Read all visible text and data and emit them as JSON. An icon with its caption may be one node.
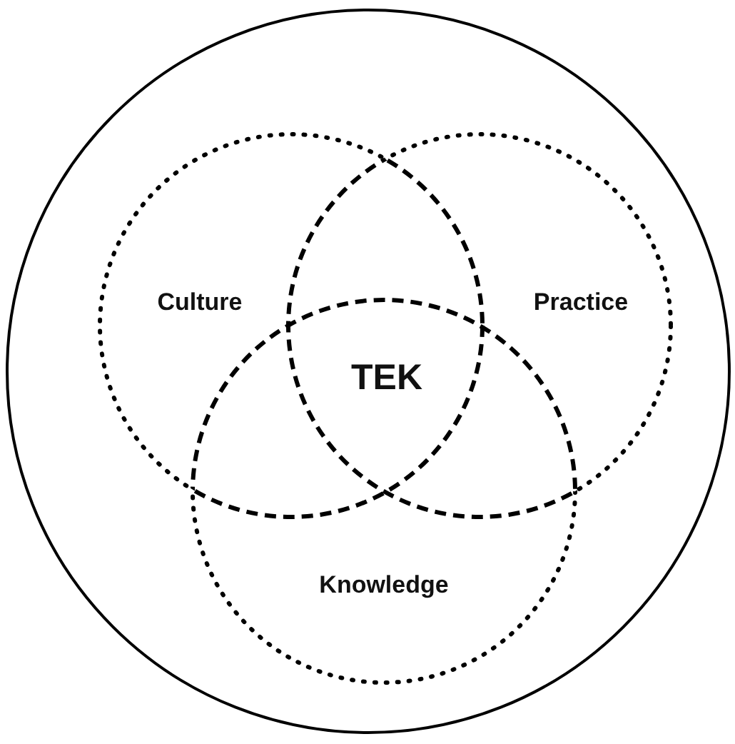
{
  "diagram": {
    "nodes": [
      {
        "text": [],
        "shape": "circle"
      },
      {
        "text": [
          "Culture"
        ],
        "in": 0
      },
      {
        "text": [
          "Practice"
        ],
        "in": 0
      },
      {
        "text": [
          "Knowledge"
        ],
        "in": 0
      }
    ],
    "labels": [
      "TEK"
    ]
  }
}
